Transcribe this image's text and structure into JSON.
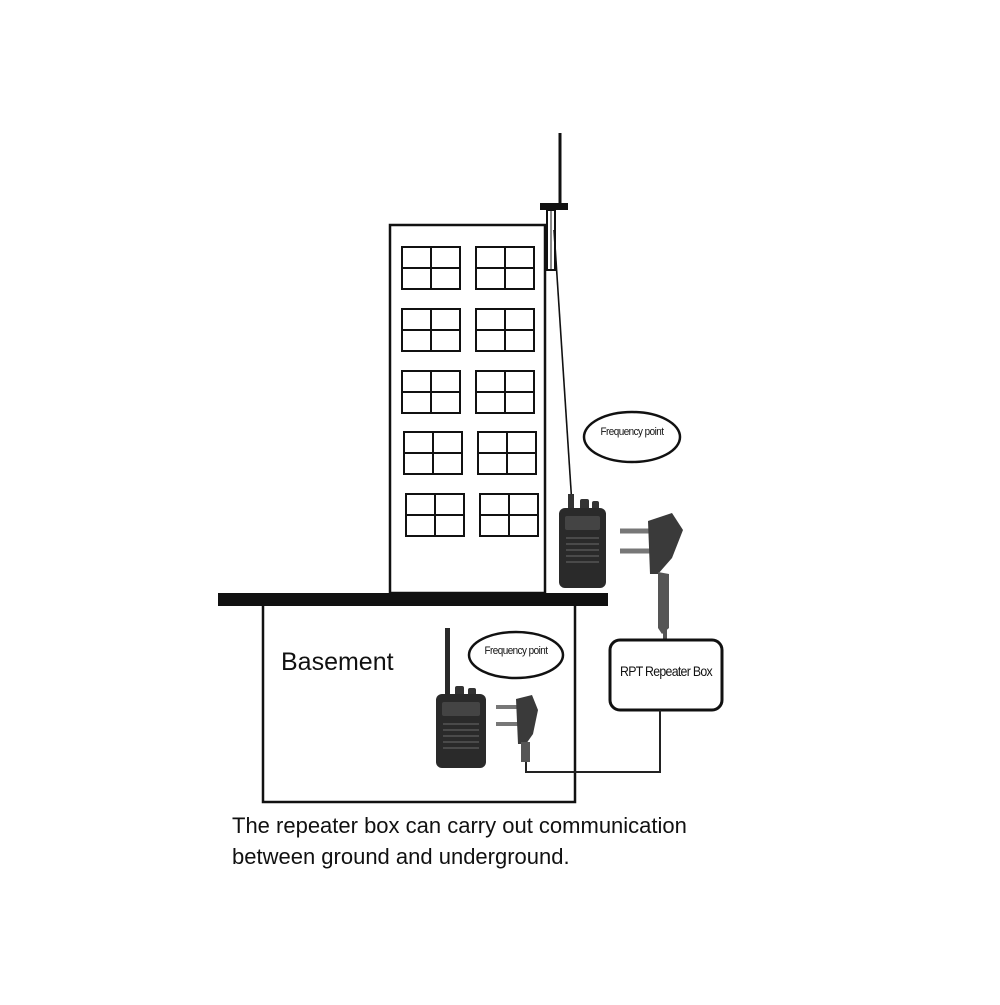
{
  "labels": {
    "basement": "Basement",
    "frequency_point_top": "Frequency point",
    "frequency_point_basement": "Frequency point",
    "repeater_box": "RPT Repeater Box"
  },
  "caption": {
    "line1": "The repeater box can carry out communication",
    "line2": "between ground and underground."
  },
  "colors": {
    "stroke": "#111111",
    "radio_body": "#2a2a2a",
    "cable": "#555555",
    "background": "#ffffff"
  },
  "icons": {
    "radio": "walkie-talkie-icon",
    "connector": "two-pin-plug-icon",
    "antenna": "antenna-icon"
  }
}
